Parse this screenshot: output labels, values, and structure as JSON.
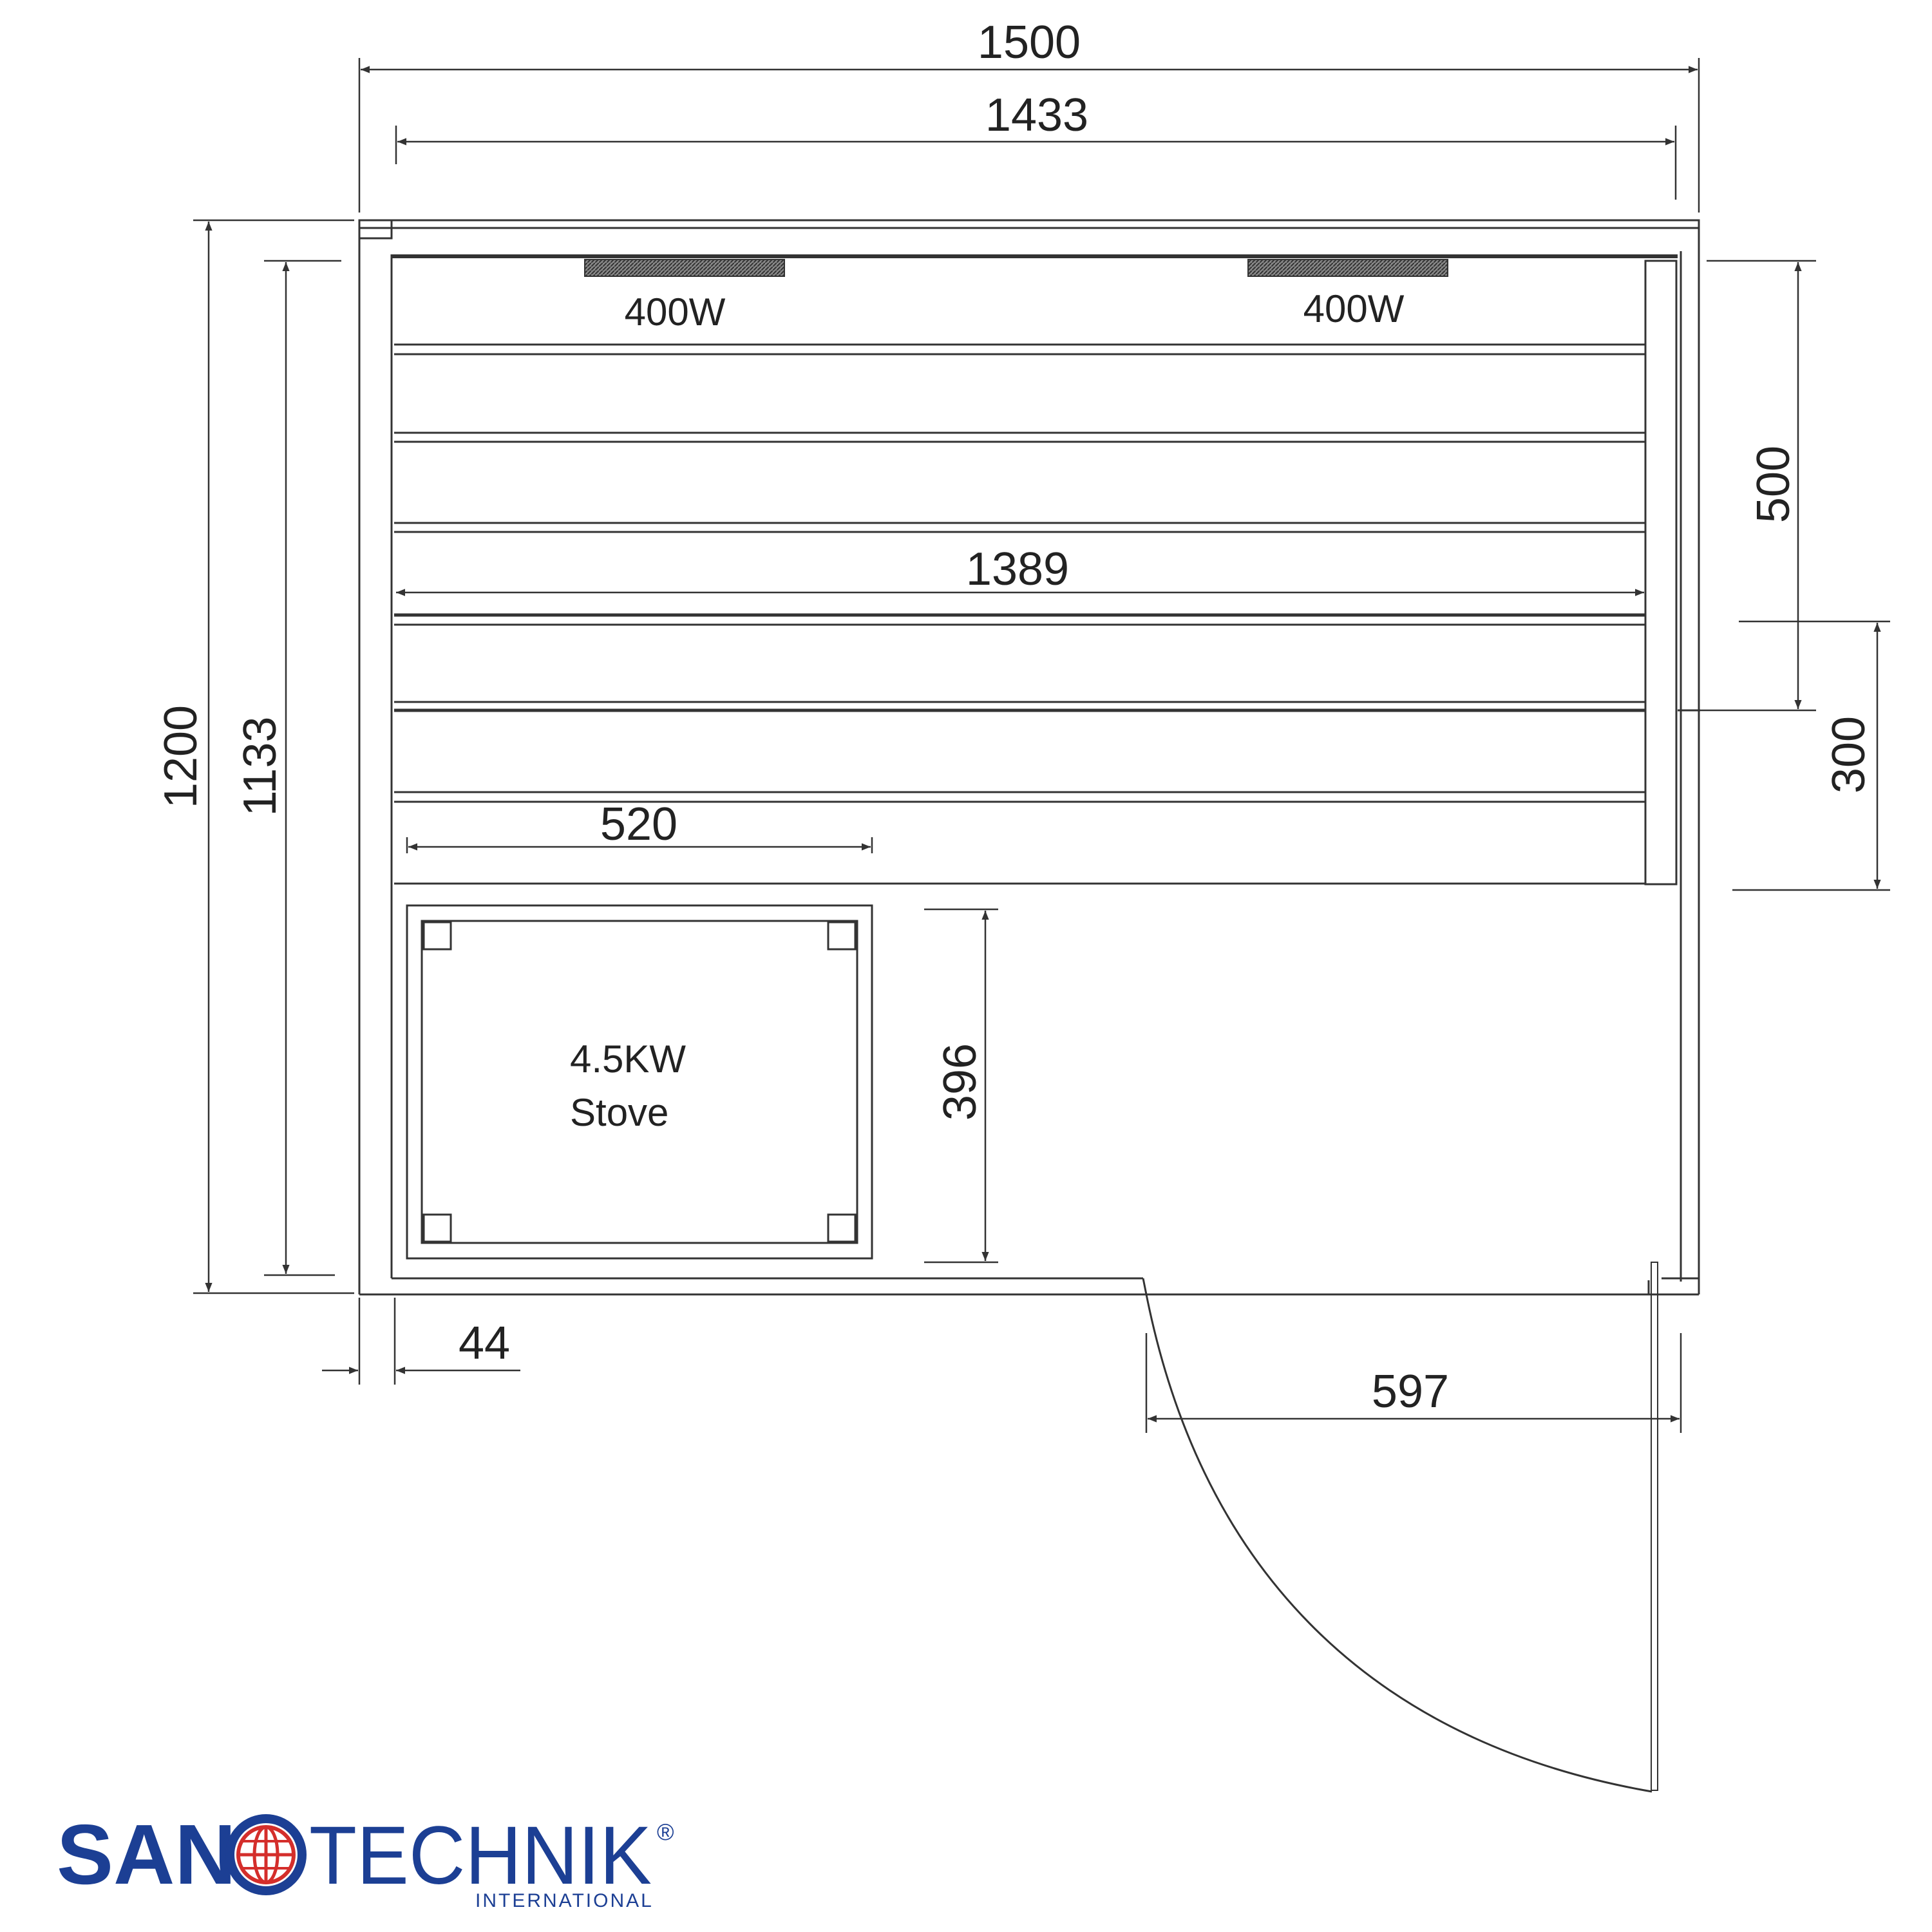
{
  "dimensions": {
    "outer_width": "1500",
    "inner_width": "1433",
    "bench_length": "1389",
    "outer_depth": "1200",
    "inner_depth": "1133",
    "upper_bench_depth": "500",
    "lower_bench_depth": "300",
    "stove_width": "520",
    "stove_depth": "396",
    "wall_thickness": "44",
    "door_width": "597"
  },
  "heaters": [
    {
      "label": "400W"
    },
    {
      "label": "400W"
    }
  ],
  "stove": {
    "line1": "4.5KW",
    "line2": "Stove"
  },
  "brand": {
    "name_left": "SAN",
    "name_right": "TECHNIK",
    "registered": "®",
    "subtitle": "INTERNATIONAL",
    "color_primary": "#1c3f94",
    "color_accent": "#d42e2b"
  },
  "colors": {
    "line": "#333333",
    "background": "#ffffff"
  }
}
